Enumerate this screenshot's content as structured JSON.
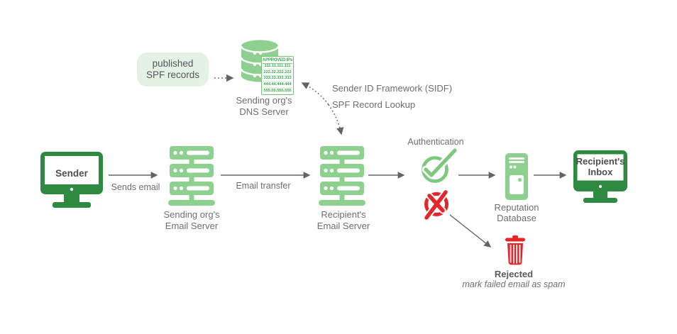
{
  "colors": {
    "dark_green": "#2d8a40",
    "light_green": "#8ed08f",
    "pale_green": "#e4f2e5",
    "ip_text_green": "#3aa94a",
    "red": "#e52528",
    "check_green": "#7fc97f",
    "text_gray": "#6d6e71",
    "text_dark_gray": "#4d4e50",
    "arrow_gray": "#63646a"
  },
  "nodes": {
    "sender": {
      "label": "Sender"
    },
    "spf_box": {
      "label": "published\nSPF records"
    },
    "dns_server": {
      "label": "Sending org's\nDNS Server",
      "approved_ips_header": "APPROVED IPs",
      "approved_ips": [
        "111.11.111.111",
        "222.22.222.222",
        "333.33.333.333",
        "444.44.444.444",
        "555.55.555.555"
      ]
    },
    "sending_server": {
      "label": "Sending org's\nEmail Server"
    },
    "recipient_server": {
      "label": "Recipient's\nEmail Server"
    },
    "authentication": {
      "label": "Authentication"
    },
    "reputation_db": {
      "label": "Reputation\nDatabase"
    },
    "recipient_inbox": {
      "label": "Recipient's\nInbox"
    },
    "rejected": {
      "label": "Rejected",
      "note": "mark failed email as spam"
    }
  },
  "edges": {
    "sends_email": {
      "label": "Sends email"
    },
    "email_transfer": {
      "label": "Email transfer"
    },
    "sidf_lookup": {
      "label": "Sender ID Framework (SIDF)\nSPF Record Lookup"
    }
  }
}
